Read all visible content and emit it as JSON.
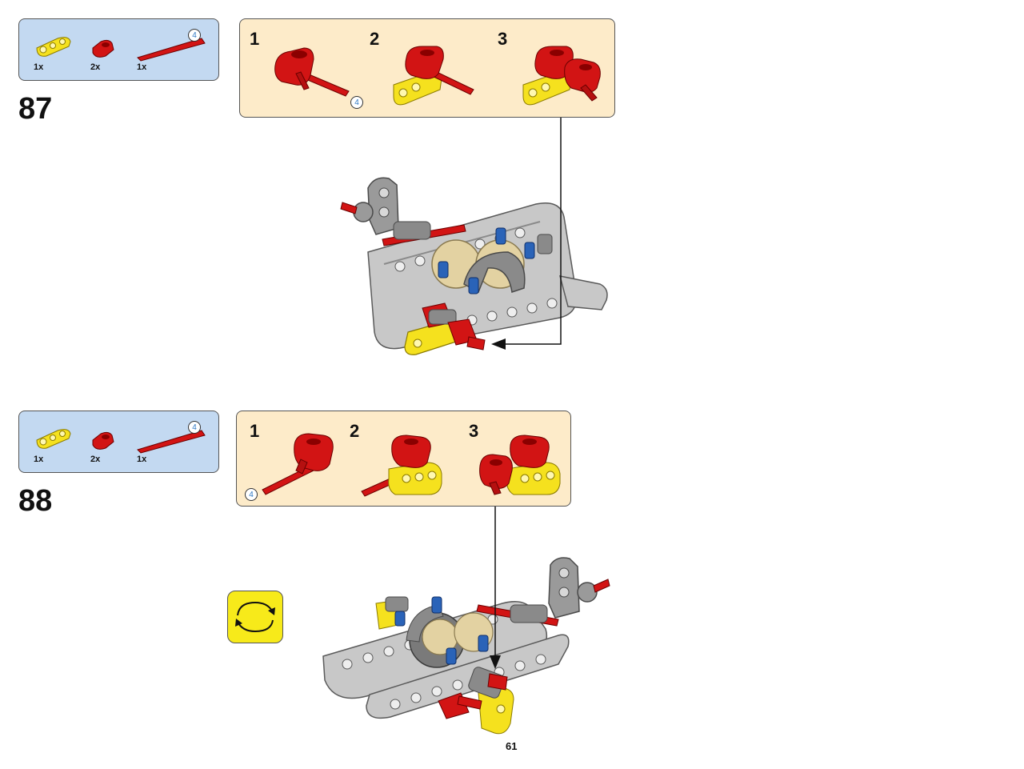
{
  "colors": {
    "parts_background": "#c3d9f1",
    "subassembly_background": "#fdebc9",
    "part_red": "#d21414",
    "part_yellow": "#f5e11e",
    "part_grey": "#9a9a9a",
    "part_light_grey": "#c8c8c8",
    "part_blue": "#2a63b8",
    "part_tan": "#e3d2a2",
    "rotate_icon_background": "#f7ea1a",
    "length_badge_text": "#2f78c4"
  },
  "steps": [
    {
      "number": "87",
      "parts": [
        {
          "icon": "yellow-beam-piece",
          "quantity": "1x"
        },
        {
          "icon": "red-connector-piece",
          "quantity": "2x"
        },
        {
          "icon": "red-axle-piece",
          "quantity": "1x",
          "length": "4"
        }
      ],
      "subassembly": {
        "substeps": [
          "1",
          "2",
          "3"
        ],
        "axle_length": "4"
      }
    },
    {
      "number": "88",
      "parts": [
        {
          "icon": "yellow-beam-piece",
          "quantity": "1x"
        },
        {
          "icon": "red-connector-piece",
          "quantity": "2x"
        },
        {
          "icon": "red-axle-piece",
          "quantity": "1x",
          "length": "4"
        }
      ],
      "subassembly": {
        "substeps": [
          "1",
          "2",
          "3"
        ],
        "axle_length": "4"
      },
      "rotate_icon": "rotate-model-icon"
    }
  ],
  "page_number": "61"
}
